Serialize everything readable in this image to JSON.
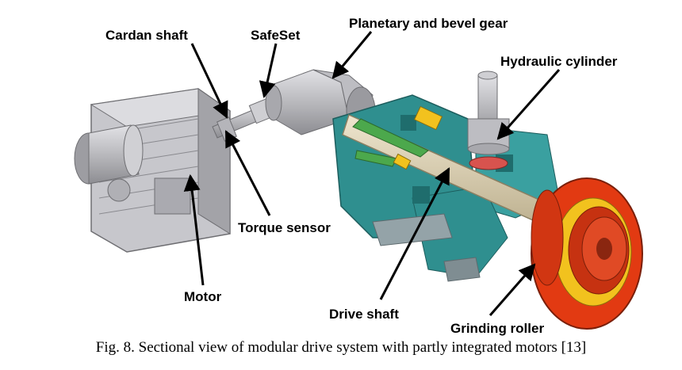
{
  "labels": {
    "cardan_shaft": "Cardan shaft",
    "safeset": "SafeSet",
    "planetary_gear": "Planetary and bevel gear",
    "hydraulic_cylinder": "Hydraulic cylinder",
    "torque_sensor": "Torque sensor",
    "motor": "Motor",
    "drive_shaft": "Drive shaft",
    "grinding_roller": "Grinding roller"
  },
  "caption": "Fig. 8. Sectional view of modular drive system with partly integrated motors [13]",
  "colors": {
    "housing_gray": "#b9b9bd",
    "frame_teal": "#2f8f8f",
    "roller_red": "#e23a12",
    "roller_yellow": "#f2c21e",
    "shaft_beige": "#d8cdb0"
  }
}
